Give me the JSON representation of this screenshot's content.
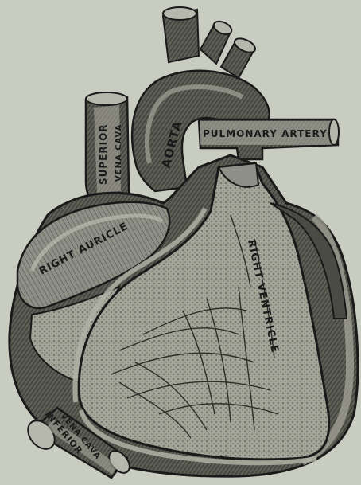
{
  "labels": {
    "aorta": "AORTA",
    "pulmonary_artery": "PULMONARY ARTERY",
    "superior_vena_cava_line1": "SUPERIOR",
    "superior_vena_cava_line2": "VENA CAVA",
    "right_auricle": "RIGHT AURICLE",
    "right_ventricle": "RIGHT VENTRICLE",
    "inferior_vena_cava_line1": "INFERIOR",
    "inferior_vena_cava_line2": "VENA CAVA"
  },
  "colors": {
    "background": "#c9ccc0",
    "ink": "#1a1a1a",
    "tissue_dark": "#3a3a36",
    "tissue_mid": "#6d6e66",
    "tissue_light": "#a9aaa0",
    "cavity": "#b8b9ae"
  }
}
